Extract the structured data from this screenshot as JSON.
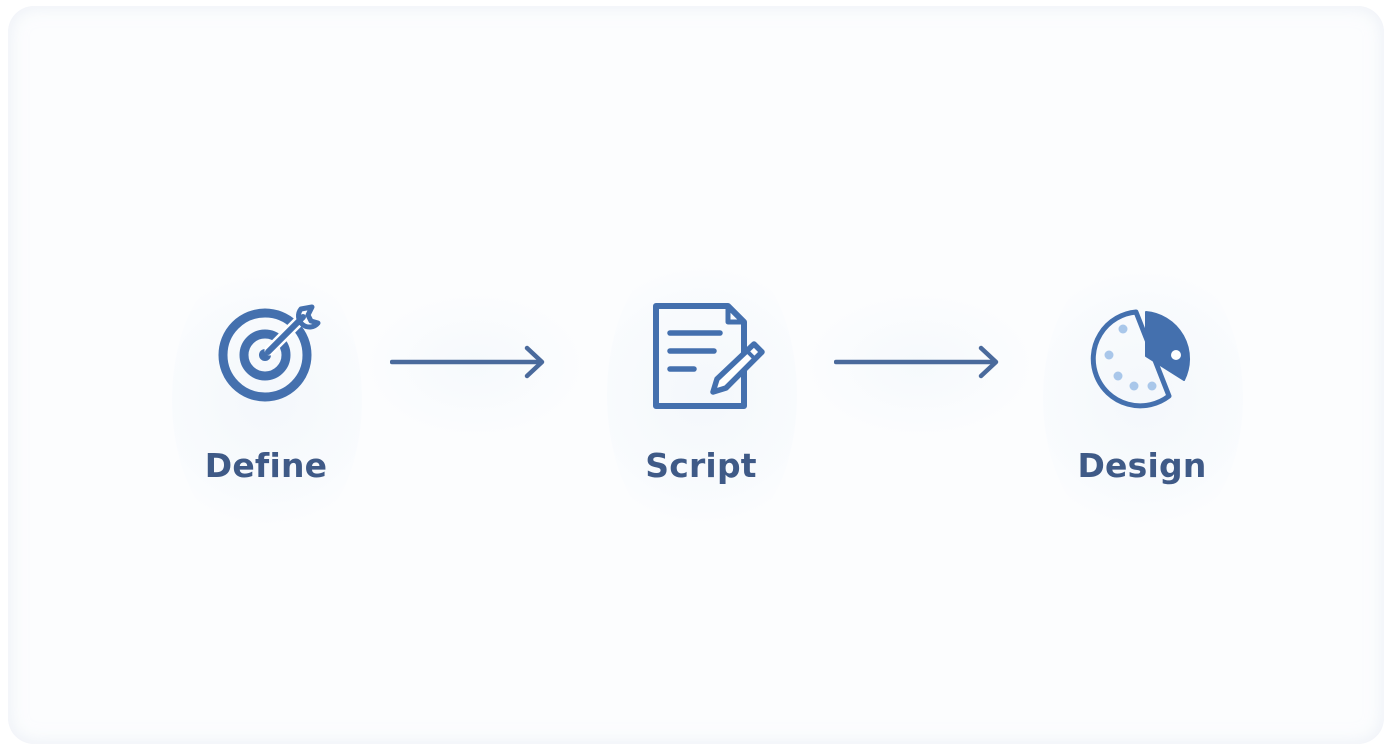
{
  "colors": {
    "icon_primary": "#4470ae",
    "label_text": "#3f5a87",
    "arrow": "#4a6a9c",
    "dots_light": "#a9c7ea"
  },
  "steps": [
    {
      "label": "Define",
      "icon": "target-wrench-icon"
    },
    {
      "label": "Script",
      "icon": "document-pencil-icon"
    },
    {
      "label": "Design",
      "icon": "pie-chart-icon"
    }
  ],
  "connectors": [
    {
      "from": "Define",
      "to": "Script",
      "icon": "arrow-right-icon"
    },
    {
      "from": "Script",
      "to": "Design",
      "icon": "arrow-right-icon"
    }
  ]
}
